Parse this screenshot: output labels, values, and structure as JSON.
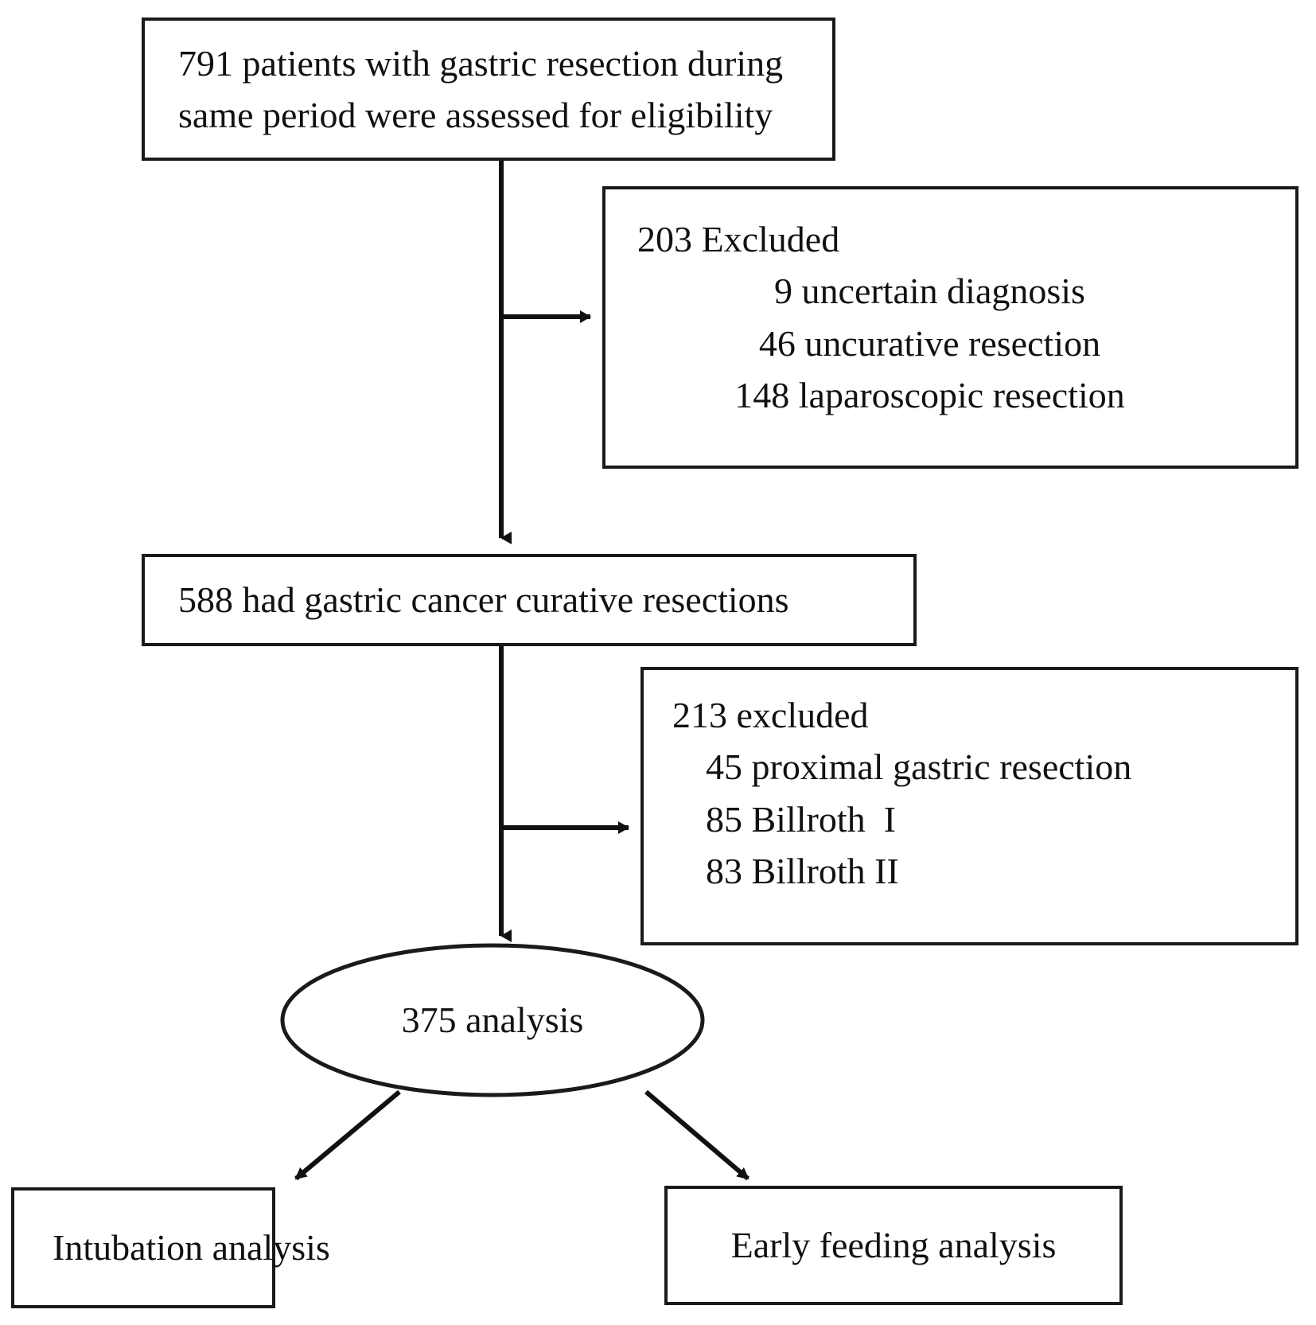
{
  "diagram": {
    "type": "flowchart",
    "title": "Patient selection flow diagram",
    "nodes": {
      "screened": {
        "shape": "rectangle",
        "line1": "791 patients with gastric resection during",
        "line2": "same period were assessed for eligibility"
      },
      "excluded_first": {
        "shape": "rectangle",
        "heading": "203 Excluded",
        "items": [
          "9 uncertain diagnosis",
          "46 uncurative resection",
          "148 laparoscopic resection"
        ]
      },
      "curative": {
        "shape": "rectangle",
        "line1": "588 had gastric cancer curative resections"
      },
      "excluded_second": {
        "shape": "rectangle",
        "heading": "213 excluded",
        "items": [
          "45 proximal gastric resection",
          "85 Billroth  I",
          "83 Billroth II"
        ]
      },
      "analysis": {
        "shape": "ellipse",
        "label": "375 analysis"
      },
      "intubation": {
        "shape": "rectangle",
        "label": "Intubation analysis"
      },
      "feeding": {
        "shape": "rectangle",
        "label": "Early feeding analysis"
      }
    },
    "counts": {
      "assessed": 791,
      "excluded_first_total": 203,
      "uncertain_diagnosis": 9,
      "uncurative_resection": 46,
      "laparoscopic_resection": 148,
      "curative_resections": 588,
      "excluded_second_total": 213,
      "proximal_gastric_resection": 45,
      "billroth_i": 85,
      "billroth_ii": 83,
      "analyzed": 375
    },
    "edges": [
      {
        "from": "screened",
        "to": "excluded_first",
        "style": "elbow-right"
      },
      {
        "from": "screened",
        "to": "curative",
        "style": "straight-down"
      },
      {
        "from": "curative",
        "to": "excluded_second",
        "style": "elbow-right"
      },
      {
        "from": "curative",
        "to": "analysis",
        "style": "straight-down"
      },
      {
        "from": "analysis",
        "to": "intubation",
        "style": "diagonal-left"
      },
      {
        "from": "analysis",
        "to": "feeding",
        "style": "diagonal-right"
      }
    ],
    "colors": {
      "stroke": "#1a1a1a",
      "fill": "#ffffff",
      "text": "#111111"
    }
  }
}
